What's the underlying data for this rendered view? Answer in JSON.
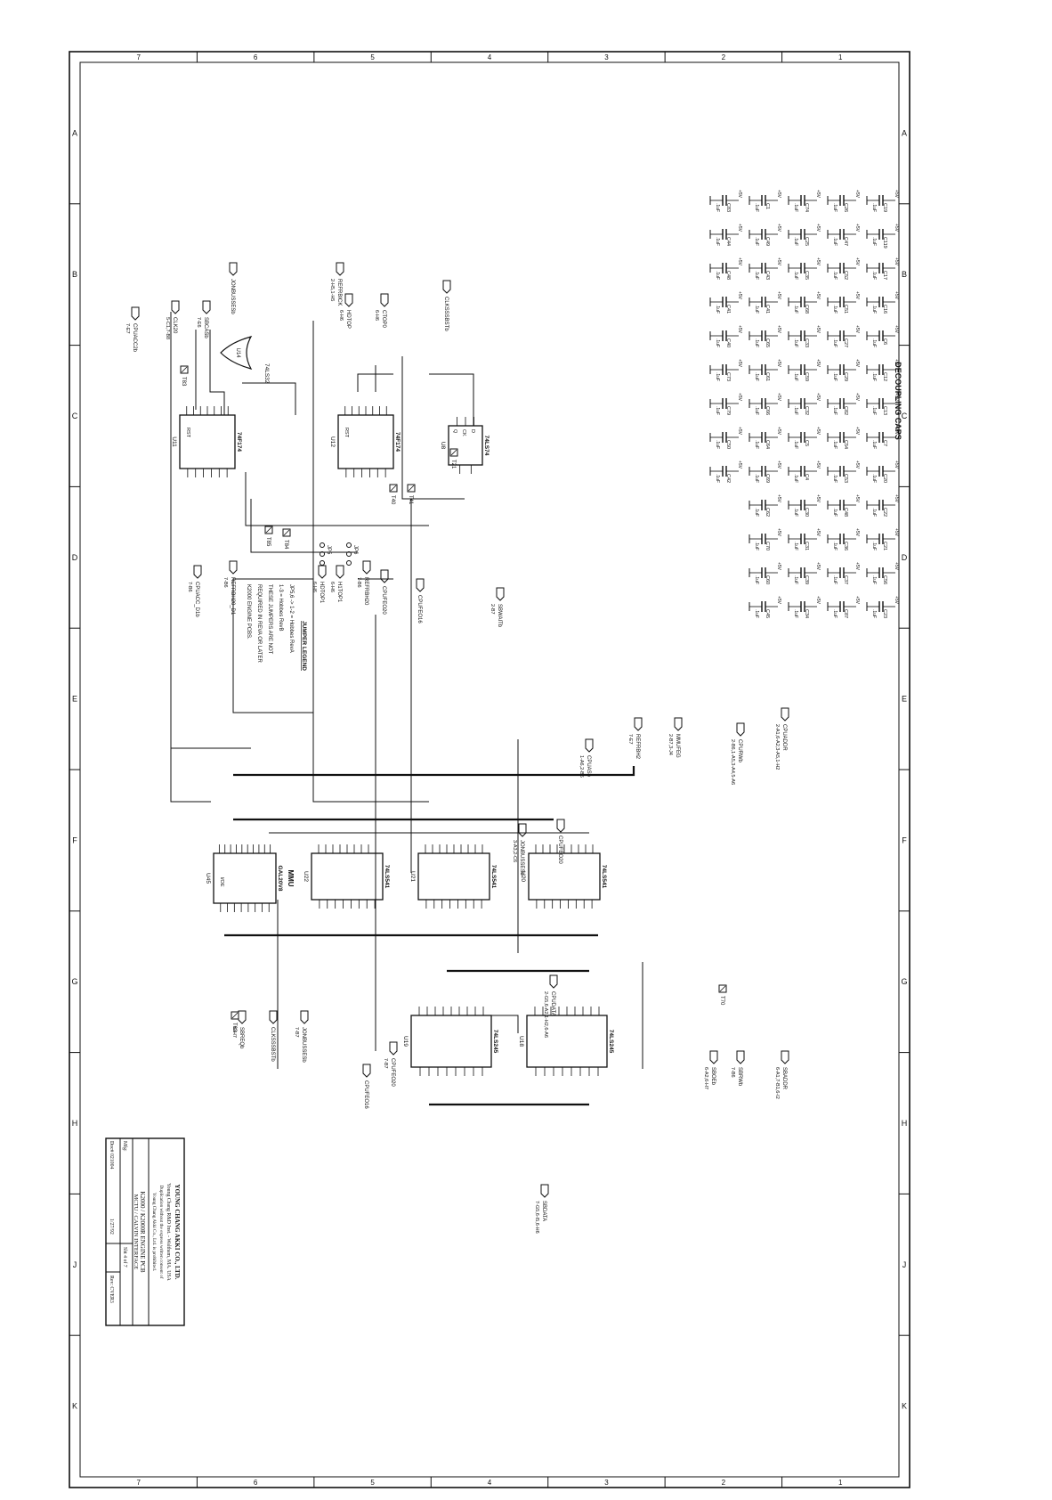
{
  "sheet": {
    "zones_left": [
      "A",
      "B",
      "C",
      "D",
      "E",
      "F",
      "G",
      "H",
      "J",
      "K"
    ],
    "zones_top": [
      "7",
      "6",
      "5",
      "4",
      "3",
      "2",
      "1"
    ],
    "zones_bottom": [
      "7",
      "6",
      "5",
      "4",
      "3",
      "2",
      "1"
    ]
  },
  "decoupling": {
    "title": "DECOUPLING CAPS",
    "supply": "+5V",
    "value": ".1uF",
    "columns": [
      [
        "C19",
        "C119",
        "C17",
        "C16",
        "C6",
        "C12",
        "C13",
        "C7",
        "C20",
        "C22",
        "C21",
        "C56",
        "C23"
      ],
      [
        "C26",
        "C47",
        "C52",
        "C51",
        "C27",
        "C29",
        "C82",
        "C54",
        "C53",
        "C48",
        "C36",
        "C37",
        "C87"
      ],
      [
        "C74",
        "C25",
        "C35",
        "C68",
        "C33",
        "C59",
        "C32",
        "C5",
        "C4",
        "C30",
        "C31",
        "C39",
        "C34"
      ],
      [
        "C1",
        "C49",
        "C43",
        "C41",
        "C65",
        "C61",
        "C66",
        "C64",
        "C69",
        "C62",
        "C70",
        "C60",
        "C45"
      ],
      [
        "C83",
        "C44",
        "C48",
        "C41",
        "C40",
        "C73",
        "C79",
        "C50",
        "C42",
        "",
        "",
        "",
        ""
      ]
    ]
  },
  "chips": {
    "u14": {
      "ref": "U14",
      "part": "74LS32"
    },
    "u11": {
      "ref": "U11",
      "part": "74F174",
      "rst": "RST"
    },
    "u12": {
      "ref": "U12",
      "part": "74F174",
      "rst": "RST"
    },
    "u8": {
      "ref": "U8",
      "part": "74LS74",
      "pins": [
        "D",
        "CK",
        "Q"
      ]
    },
    "u45": {
      "ref": "U45",
      "part": "GAL20V8",
      "label": "MMU",
      "oe": "I/OE"
    },
    "u20": {
      "ref": "U20",
      "part": "74LS541"
    },
    "u21": {
      "ref": "U21",
      "part": "74LS541"
    },
    "u22": {
      "ref": "U22",
      "part": "74LS541"
    },
    "u18": {
      "ref": "U18",
      "part": "74LS245"
    },
    "u19": {
      "ref": "U19",
      "part": "74LS245"
    }
  },
  "signals": [
    {
      "name": "CPUACC2b",
      "ref": "7-E7"
    },
    {
      "name": "CLK20",
      "ref": "5-C1,7-B8"
    },
    {
      "name": "SBCASb",
      "ref": "7-E6"
    },
    {
      "name": "JONBUSSESb",
      "ref": ""
    },
    {
      "name": "REFRBICK",
      "ref": "2-H5,1-H5"
    },
    {
      "name": "HDTOP",
      "ref": "6-H6"
    },
    {
      "name": "CTOP0",
      "ref": "6-H6"
    },
    {
      "name": "CLKSSSBSTb",
      "ref": ""
    },
    {
      "name": "SBWAITb",
      "ref": "2-B7"
    },
    {
      "name": "CPUACC_D1b",
      "ref": "7-B6"
    },
    {
      "name": "REFRBH20_D1",
      "ref": "7-B6"
    },
    {
      "name": "HDTOP1",
      "ref": "6-H6"
    },
    {
      "name": "H1TOP1",
      "ref": "6-H6"
    },
    {
      "name": "REFRBH20",
      "ref": "7-B6"
    },
    {
      "name": "CPUFEO20",
      "ref": ""
    },
    {
      "name": "CPUFEO16",
      "ref": ""
    },
    {
      "name": "CPUADDR",
      "ref": "2-A1,6-A2,3-A5,1-H2"
    },
    {
      "name": "CPURWb",
      "ref": "2-B6,1-A5,3-A4,5-A6"
    },
    {
      "name": "MMUFEG",
      "ref": "2-B7,3-J4"
    },
    {
      "name": "REFRBH2",
      "ref": "7-E7"
    },
    {
      "name": "CPUASb",
      "ref": "1-A6,2-B6"
    },
    {
      "name": "CPUFEO20",
      "ref": ""
    },
    {
      "name": "JONBUSSESb",
      "ref": "3-A3,2-C6"
    },
    {
      "name": "CPUDATA",
      "ref": "2-G5,6-A2,1-H2,6-A6"
    },
    {
      "name": "SBADDR",
      "ref": "6-A1,7-B1,6-I2"
    },
    {
      "name": "SBRWb",
      "ref": "7-B6"
    },
    {
      "name": "SBOEb",
      "ref": "6-A2,6-H7"
    },
    {
      "name": "SBDATA",
      "ref": "7-G5,6-I5,6-H6"
    },
    {
      "name": "SBREQb",
      "ref": "6-H7"
    },
    {
      "name": "CLKSSSBSTb",
      "ref": ""
    },
    {
      "name": "JONBUSSESb",
      "ref": "7-B7"
    },
    {
      "name": "CPUFEO16",
      "ref": ""
    },
    {
      "name": "CPUFEO20",
      "ref": "7-B7"
    }
  ],
  "test_points": [
    "T85",
    "T84",
    "T40",
    "T41",
    "T21",
    "T83",
    "T70",
    "T63"
  ],
  "jumpers": [
    "JP5",
    "JP6"
  ],
  "jumper_legend": {
    "title": "JUMPER LEGEND",
    "lines": [
      "JP5,6 -> 1-2 = Hobbes RevA",
      "1-3 = Hobbes RevB",
      "THESE JUMPERS ARE NOT",
      "REQUIRED IN REVA OR LATER",
      "K2000 ENGINE PCBS."
    ]
  },
  "title_block": {
    "company": "YOUNG CHANG AKKI CO., LTD.",
    "division": "Young Chang R&D Inst. - Waltham, MA. USA",
    "notice_1": "Duplication without the express written consent of",
    "notice_2": "Young Chang Akki Co., Ltd. is prohibited.",
    "product": "K2000 / K2000R ENGINE PCB",
    "sheet_title": "MCTU / CALVIN INTERFACE",
    "mfg_label": "Mfg:",
    "sheet_label": "Sht",
    "sheet_no": "4",
    "of_label": "of",
    "sheet_total": "7",
    "doc_label": "Doc#",
    "doc_no": "021004",
    "date": "1/27/92",
    "rev_label": "Rev:",
    "rev": "CVER3"
  }
}
